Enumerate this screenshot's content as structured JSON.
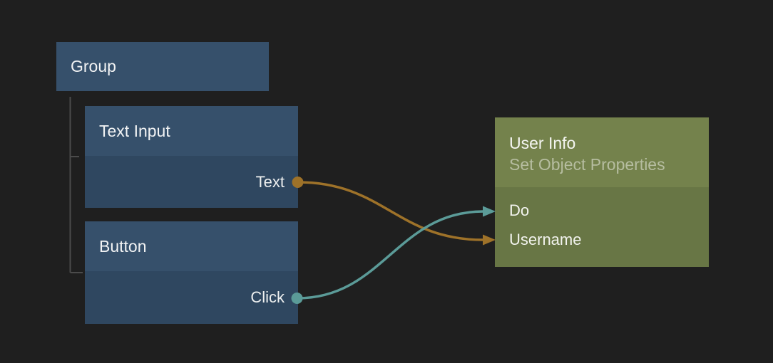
{
  "editor": {
    "type": "node-graph-canvas",
    "background": "#1f1f1f"
  },
  "nodes": {
    "group": {
      "title": "Group",
      "role": "container",
      "children": [
        "Text Input",
        "Button"
      ]
    },
    "text_input": {
      "title": "Text Input",
      "output_port_label": "Text"
    },
    "button": {
      "title": "Button",
      "output_port_label": "Click"
    },
    "user_info": {
      "title": "User Info",
      "subtitle": "Set Object Properties",
      "input_port_labels": [
        "Do",
        "Username"
      ]
    }
  },
  "connections": [
    {
      "from_node": "Text Input",
      "from_port": "Text",
      "to_node": "User Info",
      "to_port": "Username",
      "color": "#9e7229"
    },
    {
      "from_node": "Button",
      "from_port": "Click",
      "to_node": "User Info",
      "to_port": "Do",
      "color": "#5b9b98"
    }
  ],
  "colors": {
    "canvas_background": "#1f1f1f",
    "blue_node_header": "#36506b",
    "blue_node_body": "#2f4760",
    "olive_node_header": "#74824c",
    "olive_node_body": "#687645",
    "title_text": "#f2f3f4",
    "subtitle_text": "#b6bda0",
    "hierarchy_line": "#4b4b4b",
    "wire_orange": "#9e7229",
    "wire_teal": "#5b9b98"
  }
}
